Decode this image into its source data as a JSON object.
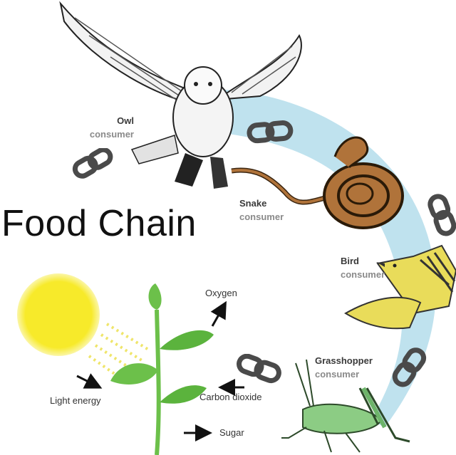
{
  "title": "Food Chain",
  "colors": {
    "arc": "#bfe2ee",
    "chain": "#4a4a4a",
    "sun": "#f7ea2a",
    "leaf": "#6cc04a",
    "snake": "#b0733a",
    "bird": "#e9dc5a",
    "grasshopper": "#6db46a",
    "owl": "#e8e8e8"
  },
  "organisms": [
    {
      "name": "Owl",
      "role": "consumer",
      "icon": "owl-illustration"
    },
    {
      "name": "Snake",
      "role": "consumer",
      "icon": "snake-illustration"
    },
    {
      "name": "Bird",
      "role": "consumer",
      "icon": "bird-illustration"
    },
    {
      "name": "Grasshopper",
      "role": "consumer",
      "icon": "grasshopper-illustration"
    }
  ],
  "photosynthesis": {
    "light": "Light energy",
    "oxygen": "Oxygen",
    "co2": "Carbon dioxide",
    "sugar": "Sugar"
  },
  "icons": [
    "chain-link-icon",
    "sun-icon",
    "plant-icon",
    "arrow-icon"
  ]
}
